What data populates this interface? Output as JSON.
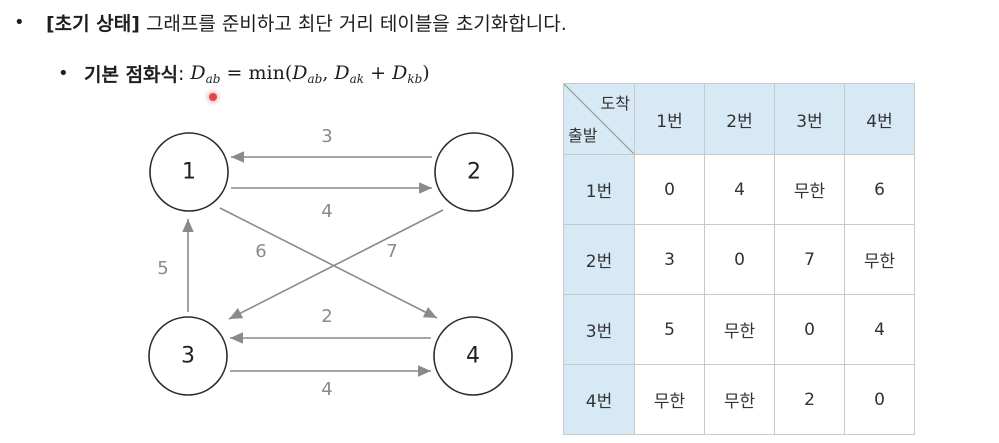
{
  "bullet1": {
    "marker": "•",
    "bold_text": "[초기 상태]",
    "text": " 그래프를 준비하고 최단 거리 테이블을 초기화합니다."
  },
  "bullet2": {
    "marker": "•",
    "bold_text": "기본 점화식",
    "colon": ":",
    "formula": "D_ab = min(D_ab, D_ak + D_kb)"
  },
  "graph": {
    "nodes": [
      "1",
      "2",
      "3",
      "4"
    ],
    "edges": [
      {
        "from": "2",
        "to": "1",
        "weight": "3"
      },
      {
        "from": "1",
        "to": "2",
        "weight": "4"
      },
      {
        "from": "1",
        "to": "4",
        "weight": "6"
      },
      {
        "from": "2",
        "to": "3",
        "weight": "7"
      },
      {
        "from": "3",
        "to": "1",
        "weight": "5"
      },
      {
        "from": "4",
        "to": "3",
        "weight": "2"
      },
      {
        "from": "3",
        "to": "4",
        "weight": "4"
      }
    ],
    "edge_color": "#8a8a8a"
  },
  "table": {
    "corner_to": "도착",
    "corner_from": "출발",
    "columns": [
      "1번",
      "2번",
      "3번",
      "4번"
    ],
    "rows": [
      {
        "label": "1번",
        "cells": [
          "0",
          "4",
          "무한",
          "6"
        ]
      },
      {
        "label": "2번",
        "cells": [
          "3",
          "0",
          "7",
          "무한"
        ]
      },
      {
        "label": "3번",
        "cells": [
          "5",
          "무한",
          "0",
          "4"
        ]
      },
      {
        "label": "4번",
        "cells": [
          "무한",
          "무한",
          "2",
          "0"
        ]
      }
    ],
    "header_color": "#d8e9f6"
  }
}
